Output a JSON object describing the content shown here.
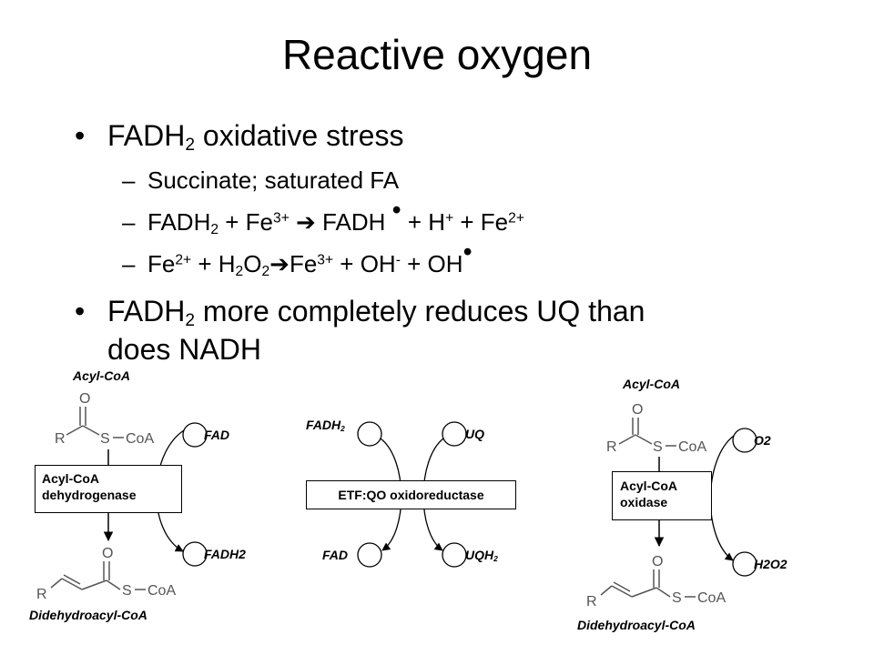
{
  "slide": {
    "title": "Reactive oxygen",
    "bullet_char": "•",
    "dash_char": "–",
    "bullet1": {
      "text": "FADH",
      "sub": "2",
      "rest": " oxidative stress"
    },
    "sub1": "Succinate; saturated FA",
    "sub2": {
      "p1": "FADH",
      "s1": "2",
      "p2": " + Fe",
      "s2": "3+",
      "arrow": "➔",
      "p3": " FADH ",
      "dot": "•",
      "p4": " + H",
      "s3": "+",
      "p5": " + Fe",
      "s4": "2+"
    },
    "sub3": {
      "p1": "Fe",
      "s1": "2+",
      "p2": " + H",
      "s2": "2",
      "p3": "O",
      "s3": "2",
      "arrow": "➔",
      "p4": "Fe",
      "s4": "3+",
      "p5": " + OH",
      "s5": "-",
      "p6": " + OH",
      "dot": "•"
    },
    "bullet2": {
      "line1a": "FADH",
      "line1sub": "2",
      "line1b": " more completely reduces UQ than",
      "line2": "does NADH"
    }
  },
  "diagram": {
    "left": {
      "top_label": "Acyl-CoA",
      "cofactor_in": "FAD",
      "cofactor_out": "FADH2",
      "enzyme_line1": "Acyl-CoA",
      "enzyme_line2": "dehydrogenase",
      "product_label": "Didehydroacyl-CoA"
    },
    "middle": {
      "fadh_label": "FADH",
      "fadh_sub": "2",
      "uq_label": "UQ",
      "enzyme": "ETF:QO oxidoreductase",
      "fad_label": "FAD",
      "uqh_label": "UQH",
      "uqh_sub": "2"
    },
    "right": {
      "top_label": "Acyl-CoA",
      "cofactor_in": "O2",
      "cofactor_out": "H2O2",
      "enzyme_line1": "Acyl-CoA",
      "enzyme_line2": "oxidase",
      "product_label": "Didehydroacyl-CoA"
    },
    "structure": {
      "oxygen": "O",
      "r_group": "R",
      "sulfur": "S",
      "coa": "CoA",
      "bond": "−"
    }
  }
}
